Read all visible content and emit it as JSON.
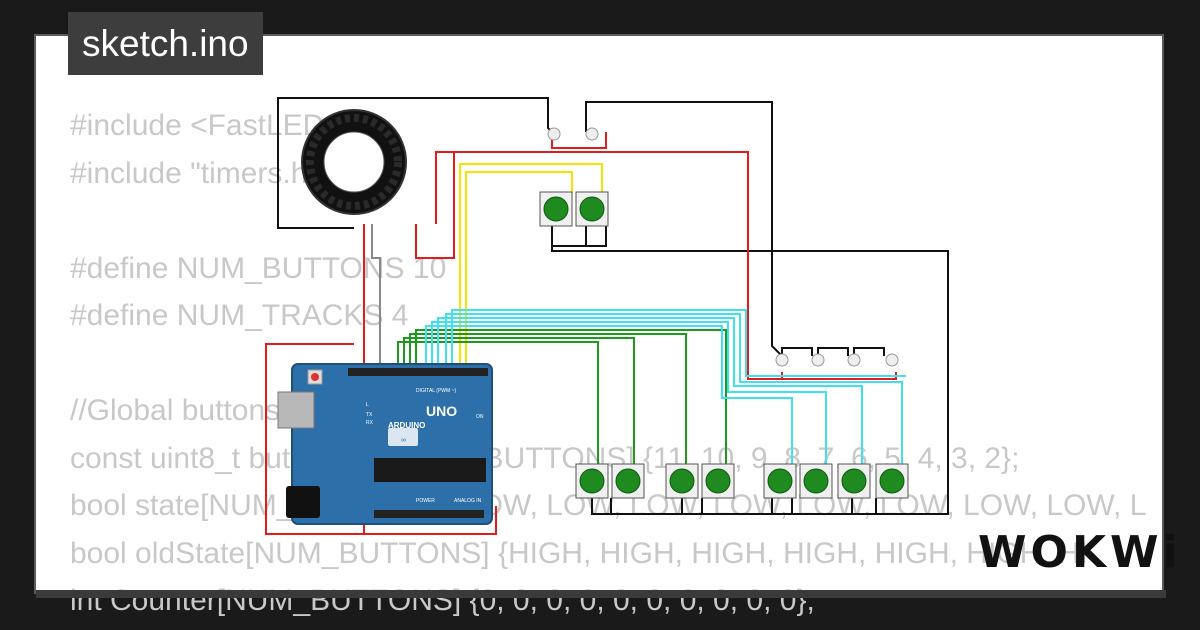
{
  "window": {
    "title": "sketch.ino"
  },
  "code": {
    "lines": [
      "#include <FastLED.h>",
      "#include \"timers.h\"",
      "",
      "#define NUM_BUTTONS 10",
      "#define NUM_TRACKS 4",
      "",
      "//Global buttons",
      "const uint8_t buttonPins[NUM_BUTTONS] {11, 10, 9, 8, 7, 6, 5, 4, 3, 2};",
      "bool state[NUM_BUTTONS] {LOW, LOW, LOW, LOW, LOW, LOW, LOW, LOW, L",
      "bool oldState[NUM_BUTTONS] {HIGH, HIGH, HIGH, HIGH, HIGH, HIGH, HI",
      "int Counter[NUM_BUTTONS] {0, 0, 0, 0, 0, 0, 0, 0, 0, 0};"
    ]
  },
  "board": {
    "name": "UNO",
    "brand": "ARDUINO",
    "digital_label": "DIGITAL (PWM ~)",
    "power_label": "POWER",
    "analog_label": "ANALOG IN",
    "on_label": "ON",
    "tx_label": "TX",
    "rx_label": "RX",
    "l_label": "L"
  },
  "brand": {
    "logo": "WOKWi"
  },
  "colors": {
    "background": "#1a1a1a",
    "card": "#ffffff",
    "wire_black": "#111111",
    "wire_red": "#e31b1b",
    "wire_yellow": "#f2e600",
    "wire_green": "#1c9a1c",
    "wire_cyan": "#3fe0f0",
    "wire_gray": "#888888",
    "board_blue": "#2d6fa8",
    "button_green": "#1f8a1f"
  }
}
